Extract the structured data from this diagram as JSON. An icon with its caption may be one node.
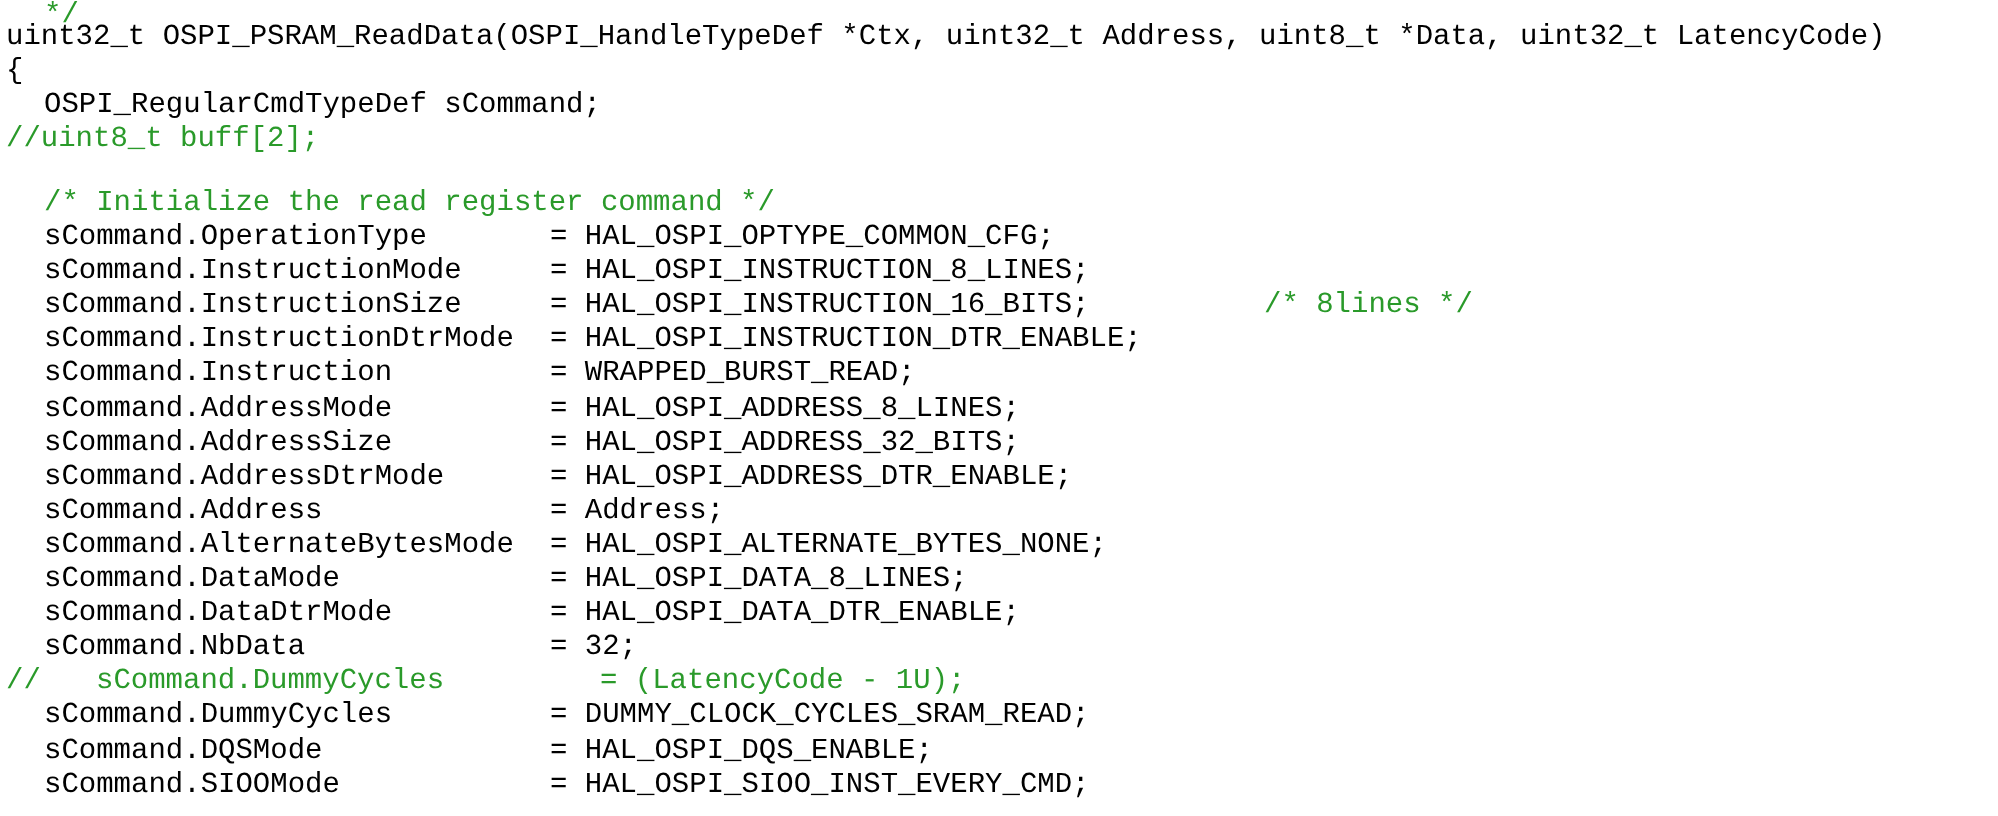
{
  "diagram": {
    "labels": [
      "*/",
      "uint32_t OSPI_PSRAM_ReadData(OSPI_HandleTypeDef *Ctx, uint32_t Address, uint8_t *Data, uint32_t LatencyCode)",
      "{",
      "OSPI_RegularCmdTypeDef sCommand;",
      "//uint8_t buff[2];",
      "/* Initialize the read register command */",
      "sCommand.OperationType",
      "= HAL_OSPI_OPTYPE_COMMON_CFG;",
      "sCommand.InstructionMode",
      "= HAL_OSPI_INSTRUCTION_8_LINES;",
      "sCommand.InstructionSize",
      "= HAL_OSPI_INSTRUCTION_16_BITS;",
      "/* 8lines */",
      "sCommand.InstructionDtrMode",
      "= HAL_OSPI_INSTRUCTION_DTR_ENABLE;",
      "sCommand.Instruction",
      "= WRAPPED_BURST_READ;",
      "sCommand.AddressMode",
      "= HAL_OSPI_ADDRESS_8_LINES;",
      "sCommand.AddressSize",
      "= HAL_OSPI_ADDRESS_32_BITS;",
      "sCommand.AddressDtrMode",
      "= HAL_OSPI_ADDRESS_DTR_ENABLE;",
      "sCommand.Address",
      "= Address;",
      "sCommand.AlternateBytesMode",
      "= HAL_OSPI_ALTERNATE_BYTES_NONE;",
      "sCommand.DataMode",
      "= HAL_OSPI_DATA_8_LINES;",
      "sCommand.DataDtrMode",
      "= HAL_OSPI_DATA_DTR_ENABLE;",
      "sCommand.NbData",
      "= 32;",
      "//",
      "sCommand.DummyCycles",
      "= (LatencyCode - 1U);",
      "sCommand.DummyCycles",
      "= DUMMY_CLOCK_CYCLES_SRAM_READ;",
      "sCommand.DQSMode",
      "= HAL_OSPI_DQS_ENABLE;",
      "sCommand.SIOOMode",
      "= HAL_OSPI_SIOO_INST_EVERY_CMD;"
    ]
  }
}
